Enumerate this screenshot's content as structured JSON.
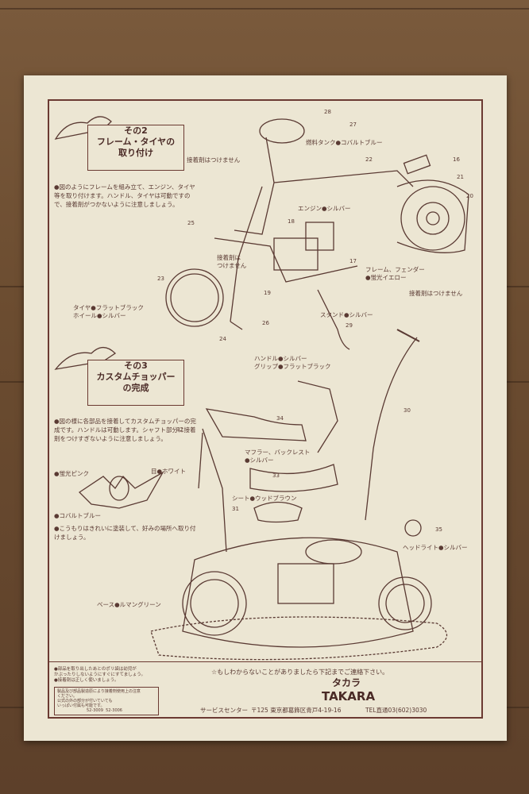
{
  "section2": {
    "number": "その2",
    "title": "フレーム・タイヤの取り付け",
    "instructions": "●図のようにフレームを組み立て、エンジン、タイヤ等を取り付けます。ハンドル、タイヤは可動ですので、接着剤がつかないように注意しましょう。",
    "labels": {
      "no_glue_1": "接着剤はつけません",
      "fuel_tank": "燃料タンク",
      "fuel_tank_color": "コバルトブルー",
      "engine": "エンジン",
      "engine_color": "シルバー",
      "no_glue_2": "接着剤は",
      "no_glue_2b": "つけません",
      "frame_fender": "フレーム、フェンダー",
      "frame_fender_color": "蛍光イエロー",
      "no_glue_3": "接着剤はつけません",
      "tire": "タイヤ",
      "tire_color": "フラットブラック",
      "wheel": "ホイール",
      "wheel_color": "シルバー",
      "stand": "スタンド",
      "stand_color": "シルバー"
    },
    "part_numbers": [
      "28",
      "27",
      "22",
      "16",
      "21",
      "20",
      "25",
      "18",
      "17",
      "23",
      "19",
      "26",
      "24",
      "29"
    ]
  },
  "section3": {
    "number": "その3",
    "title": "カスタムチョッパーの完成",
    "instructions": "●図の様に各部品を接着してカスタムチョッパーの完成です。ハンドルは可動します。シャフト部分に接着剤をつけすぎないように注意しましょう。",
    "labels": {
      "handle": "ハンドル",
      "handle_color": "シルバー",
      "grip": "グリップ",
      "grip_color": "フラットブラック",
      "muffler": "マフラー、バックレスト",
      "muffler_color": "シルバー",
      "seat": "シート",
      "seat_color": "ウッドブラウン",
      "headlight": "ヘッドライト",
      "headlight_color": "シルバー",
      "base": "ベース",
      "base_color": "ルマングリーン",
      "eyes": "目",
      "eyes_color": "ホワイト",
      "bat_body": "蛍光ピンク",
      "bat_wing": "コバルトブルー",
      "bat_note": "●こうもりはきれいに塗装して、好みの場所へ取り付けましょう。"
    },
    "part_numbers": [
      "30",
      "34",
      "32",
      "33",
      "31",
      "35"
    ]
  },
  "footer": {
    "note_top": "☆もしわからないことがありましたら下記までご連絡下さい。",
    "brand_kana": "タカラ",
    "brand": "TAKARA",
    "service_center": "サービスセンター",
    "address": "〒125 東京都葛飾区青戸4-19-16",
    "phone": "TEL直通03(602)3030",
    "small_lines": [
      "●部品を取り出したあとのポリ袋は幼児が",
      "かぶったりしないようにすぐにすてましょう。",
      "●接着剤は正しく使いましょう。"
    ],
    "box_lines": [
      "製品及び部品製造原により接着剤使用上の注意",
      "ください。",
      "公式の外の部分が付いていても",
      "いっぱい付属も可能です。"
    ],
    "codes": [
      "52-3009",
      "52-3006"
    ]
  },
  "colors": {
    "ink": "#6b3a32",
    "paper": "#ece6d3",
    "wood": "#6b4c30"
  }
}
